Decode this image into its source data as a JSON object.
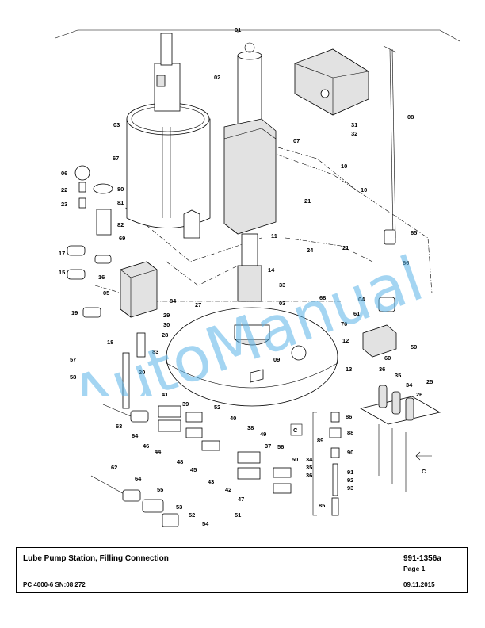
{
  "title_block": {
    "title": "Lube Pump Station, Filling Connection",
    "doc_number": "991-1356a",
    "page": "Page 1",
    "model": "PC 4000-6 SN:08 272",
    "date": "09.11.2015"
  },
  "watermark": "AutoManual",
  "view_marker": "C",
  "part_labels": [
    "01",
    "02",
    "03",
    "05",
    "06",
    "07",
    "08",
    "09",
    "10",
    "11",
    "12",
    "13",
    "14",
    "15",
    "16",
    "17",
    "18",
    "19",
    "20",
    "21",
    "22",
    "23",
    "24",
    "25",
    "26",
    "27",
    "28",
    "29",
    "30",
    "31",
    "32",
    "33",
    "34",
    "35",
    "36",
    "37",
    "38",
    "39",
    "40",
    "41",
    "42",
    "43",
    "44",
    "45",
    "46",
    "47",
    "48",
    "49",
    "50",
    "51",
    "52",
    "53",
    "54",
    "55",
    "56",
    "57",
    "58",
    "59",
    "60",
    "61",
    "62",
    "63",
    "64",
    "65",
    "66",
    "67",
    "68",
    "69",
    "70",
    "80",
    "81",
    "82",
    "83",
    "84",
    "85",
    "86",
    "88",
    "89",
    "90",
    "91",
    "92",
    "93",
    "04"
  ]
}
